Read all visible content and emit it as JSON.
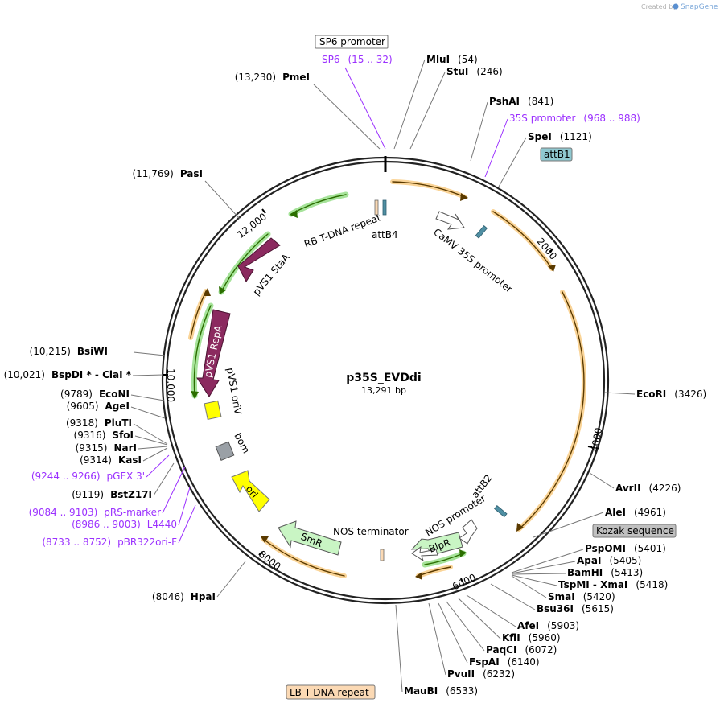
{
  "watermark": {
    "prefix": "Created by",
    "brand": "SnapGene"
  },
  "plasmid": {
    "name": "p35S_EVDdi",
    "length": "13,291 bp"
  },
  "ticks": [
    {
      "label": "2000"
    },
    {
      "label": "4000"
    },
    {
      "label": "6000"
    },
    {
      "label": "8000"
    },
    {
      "label": "10,000"
    },
    {
      "label": "12,000"
    }
  ],
  "sites": [
    {
      "name": "MluI",
      "pos": "(54)",
      "color": "#000000"
    },
    {
      "name": "StuI",
      "pos": "(246)",
      "color": "#000000"
    },
    {
      "name": "PshAI",
      "pos": "(841)",
      "color": "#000000"
    },
    {
      "name": "35S promoter",
      "pos": "(968 .. 988)",
      "color": "#9b30ff"
    },
    {
      "name": "SpeI",
      "pos": "(1121)",
      "color": "#000000"
    },
    {
      "name": "EcoRI",
      "pos": "(3426)",
      "color": "#000000"
    },
    {
      "name": "AvrII",
      "pos": "(4226)",
      "color": "#000000"
    },
    {
      "name": "AleI",
      "pos": "(4961)",
      "color": "#000000"
    },
    {
      "name": "PspOMI",
      "pos": "(5401)",
      "color": "#000000"
    },
    {
      "name": "ApaI",
      "pos": "(5405)",
      "color": "#000000"
    },
    {
      "name": "BamHI",
      "pos": "(5413)",
      "color": "#000000"
    },
    {
      "name": "TspMI - XmaI",
      "pos": "(5418)",
      "color": "#000000"
    },
    {
      "name": "SmaI",
      "pos": "(5420)",
      "color": "#000000"
    },
    {
      "name": "Bsu36I",
      "pos": "(5615)",
      "color": "#000000"
    },
    {
      "name": "AfeI",
      "pos": "(5903)",
      "color": "#000000"
    },
    {
      "name": "KflI",
      "pos": "(5960)",
      "color": "#000000"
    },
    {
      "name": "PaqCI",
      "pos": "(6072)",
      "color": "#000000"
    },
    {
      "name": "FspAI",
      "pos": "(6140)",
      "color": "#000000"
    },
    {
      "name": "PvuII",
      "pos": "(6232)",
      "color": "#000000"
    },
    {
      "name": "MauBI",
      "pos": "(6533)",
      "color": "#000000"
    },
    {
      "name": "HpaI",
      "pos": "(8046)",
      "color": "#000000"
    },
    {
      "name": "pBR322ori-F",
      "pos": "(8733 .. 8752)",
      "color": "#9b30ff"
    },
    {
      "name": "L4440",
      "pos": "(8986 .. 9003)",
      "color": "#9b30ff"
    },
    {
      "name": "pRS-marker",
      "pos": "(9084 .. 9103)",
      "color": "#9b30ff"
    },
    {
      "name": "BstZ17I",
      "pos": "(9119)",
      "color": "#000000"
    },
    {
      "name": "pGEX 3'",
      "pos": "(9244 .. 9266)",
      "color": "#9b30ff"
    },
    {
      "name": "KasI",
      "pos": "(9314)",
      "color": "#000000"
    },
    {
      "name": "NarI",
      "pos": "(9315)",
      "color": "#000000"
    },
    {
      "name": "SfoI",
      "pos": "(9316)",
      "color": "#000000"
    },
    {
      "name": "PluTI",
      "pos": "(9318)",
      "color": "#000000"
    },
    {
      "name": "AgeI",
      "pos": "(9605)",
      "color": "#000000"
    },
    {
      "name": "EcoNI",
      "pos": "(9789)",
      "color": "#000000"
    },
    {
      "name": "BspDI * - ClaI *",
      "pos": "(10,021)",
      "color": "#000000"
    },
    {
      "name": "BsiWI",
      "pos": "(10,215)",
      "color": "#000000"
    },
    {
      "name": "PasI",
      "pos": "(11,769)",
      "color": "#000000"
    },
    {
      "name": "PmeI",
      "pos": "(13,230)",
      "color": "#000000"
    },
    {
      "name": "SP6",
      "pos": "(15 .. 32)",
      "color": "#9b30ff"
    }
  ],
  "boxed_labels": [
    {
      "text": "SP6 promoter",
      "fill": "#ffffff"
    },
    {
      "text": "attB1",
      "fill": "#8fc8d0"
    },
    {
      "text": "Kozak sequence",
      "fill": "#c0c0c0"
    },
    {
      "text": "LB T-DNA repeat",
      "fill": "#fbd9b4"
    }
  ],
  "features": [
    {
      "text": "CaMV 35S promoter"
    },
    {
      "text": "RB T-DNA repeat"
    },
    {
      "text": "attB4"
    },
    {
      "text": "pVS1 StaA"
    },
    {
      "text": "pVS1 RepA"
    },
    {
      "text": "pVS1 oriV"
    },
    {
      "text": "bom"
    },
    {
      "text": "ori"
    },
    {
      "text": "SmR"
    },
    {
      "text": "NOS terminator"
    },
    {
      "text": "NOS promoter"
    },
    {
      "text": "attB2"
    },
    {
      "text": "BlpR"
    }
  ],
  "colors": {
    "orf_orange": "#f5b041",
    "orf_green": "#a6e39a",
    "repA_purple": "#8b2a5f",
    "ori_yellow": "#ffff00",
    "smr_green": "#c9f5c4",
    "bom_gray": "#9aa0a6",
    "attB_blue": "#4f8fa3",
    "label_purple": "#9b30ff"
  }
}
